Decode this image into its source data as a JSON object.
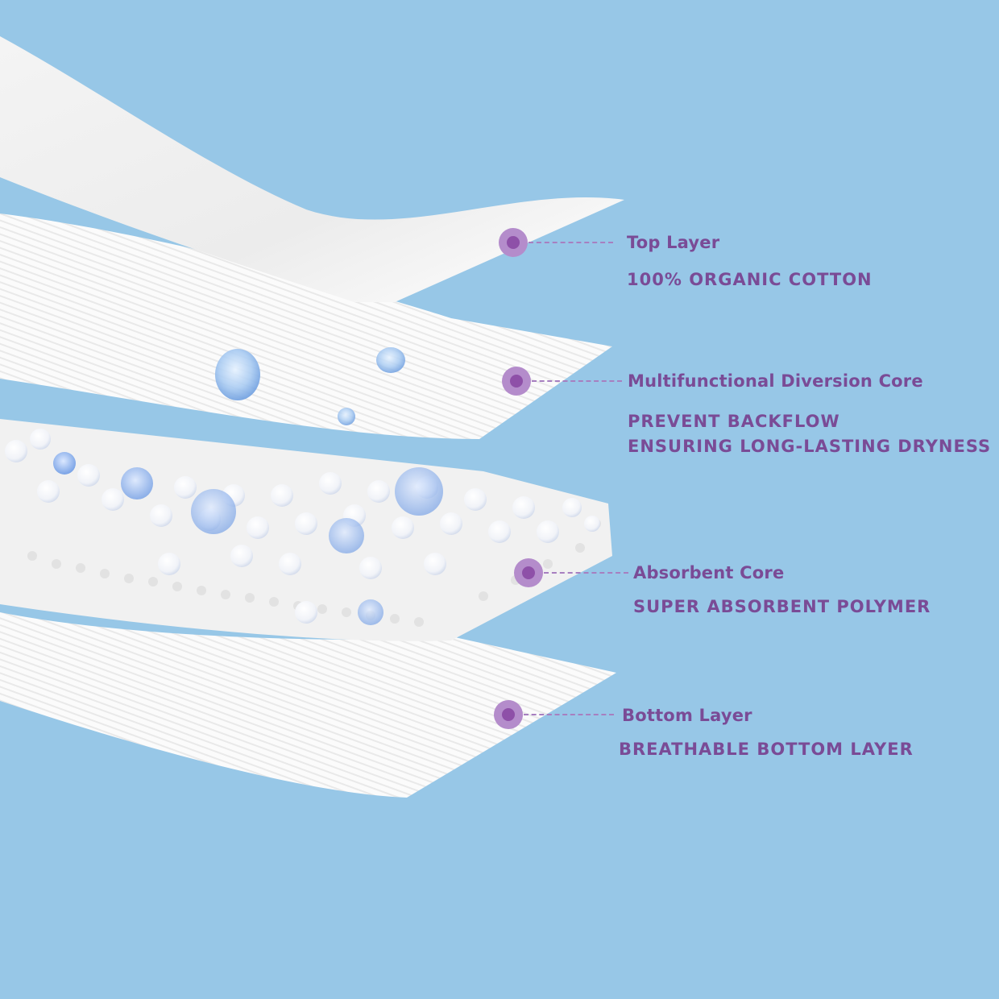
{
  "background_color": "#97c7e7",
  "accent_color": "#7a4b96",
  "marker_outer_color": "#b48ccb",
  "marker_inner_color": "#8e50a8",
  "layers": [
    {
      "title": "Top Layer",
      "description_lines": [
        "100% ORGANIC COTTON"
      ]
    },
    {
      "title": "Multifunctional Diversion Core",
      "description_lines": [
        "PREVENT BACKFLOW",
        "ENSURING LONG-LASTING DRYNESS"
      ]
    },
    {
      "title": "Absorbent Core",
      "description_lines": [
        "SUPER ABSORBENT POLYMER"
      ]
    },
    {
      "title": "Bottom Layer",
      "description_lines": [
        "BREATHABLE BOTTOM LAYER"
      ]
    }
  ],
  "illustration": {
    "subject": "layered-absorbent-pad-cross-section",
    "elements": [
      "top-sheet",
      "diversion-core-sheet",
      "water-droplets",
      "absorbent-polymer-beads",
      "bottom-sheet"
    ]
  }
}
